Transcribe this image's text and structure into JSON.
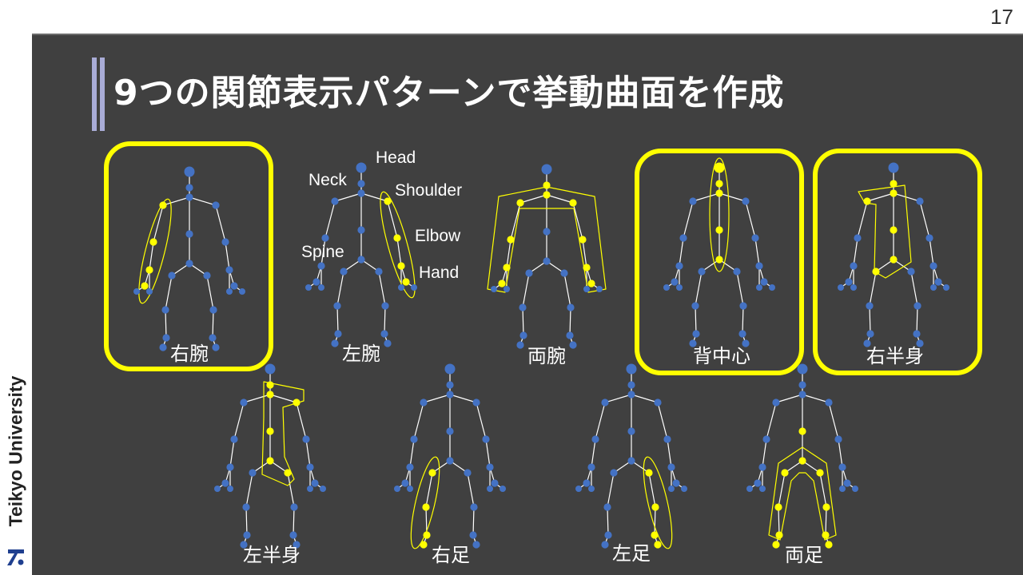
{
  "page_number": "17",
  "title": "9つの関節表示パターンで挙動曲面を作成",
  "university": "Teikyo University",
  "joint_labels": {
    "head": "Head",
    "neck": "Neck",
    "shoulder": "Shoulder",
    "elbow": "Elbow",
    "spine": "Spine",
    "hand": "Hand"
  },
  "patterns": [
    {
      "caption": "右腕",
      "selected": true
    },
    {
      "caption": "左腕",
      "selected": false
    },
    {
      "caption": "両腕",
      "selected": false
    },
    {
      "caption": "背中心",
      "selected": true
    },
    {
      "caption": "右半身",
      "selected": true
    },
    {
      "caption": "左半身",
      "selected": false
    },
    {
      "caption": "右足",
      "selected": false
    },
    {
      "caption": "左足",
      "selected": false
    },
    {
      "caption": "両足",
      "selected": false
    }
  ],
  "colors": {
    "background": "#404040",
    "joint": "#4472c4",
    "highlight": "#ffff00",
    "bone": "#ffffff",
    "title_accent": "#a9acd6"
  }
}
